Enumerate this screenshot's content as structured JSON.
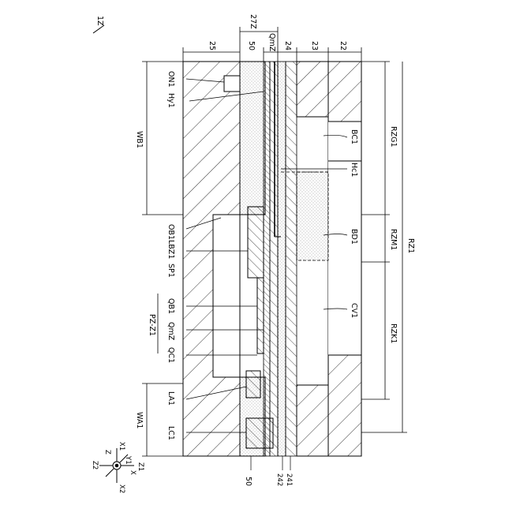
{
  "figure_id": "1Z",
  "coordinate_axes": {
    "X1": "X1",
    "X2": "X2",
    "Y1": "Y1",
    "Z1": "Z1",
    "Z2": "Z2",
    "X": "X",
    "Z": "Z"
  },
  "dimension_labels": {
    "d25": "25",
    "d27Z": "27Z",
    "d50": "50",
    "dQmZ": "QmZ",
    "d24": "24",
    "d23": "23",
    "d22": "22"
  },
  "left_labels": {
    "ON1": "ON1",
    "Hy1": "Hy1",
    "WB1": "WB1",
    "OB1": "OB1",
    "LBZ1": "LBZ1",
    "SP1": "SP1",
    "QB1": "QB1",
    "QmZ": "QmZ",
    "QC1": "QC1",
    "PZ_Z1": "PZ-Z1",
    "LA1": "LA1",
    "WA1": "WA1",
    "LC1": "LC1"
  },
  "bottom_labels": {
    "b50": "50",
    "b242": "242",
    "b241": "241"
  },
  "right_labels": {
    "BC1": "BC1",
    "Hc1": "Hc1",
    "BD1": "BD1",
    "CV1": "CV1",
    "RZG1": "RZG1",
    "RZM1": "RZM1",
    "RZK1": "RZK1",
    "RZ1": "RZ1"
  },
  "colors": {
    "line": "#000000",
    "background": "#ffffff",
    "dots": "#8a8a8a"
  }
}
